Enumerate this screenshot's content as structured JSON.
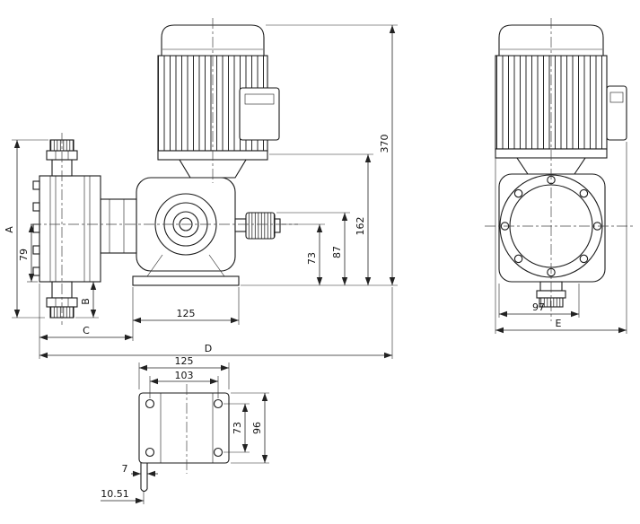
{
  "drawing": {
    "background": "#ffffff",
    "stroke": "#1a1a1a",
    "views": {
      "side": {
        "dims": {
          "overall_height": "370",
          "flange_height": "162",
          "knob_height": "87",
          "center_height": "73",
          "head_height": "A",
          "center_to_bottom": "79",
          "fitting_length": "B",
          "base_width": "125",
          "head_offset": "C",
          "overall_length": "D"
        }
      },
      "front": {
        "dims": {
          "base_width": "97",
          "overall_width": "E"
        }
      },
      "base": {
        "dims": {
          "plate_width": "125",
          "hole_spacing_x": "103",
          "hole_spacing_y": "73",
          "plate_depth": "96",
          "slot_width": "7",
          "slot_offset": "10.51"
        }
      }
    }
  }
}
